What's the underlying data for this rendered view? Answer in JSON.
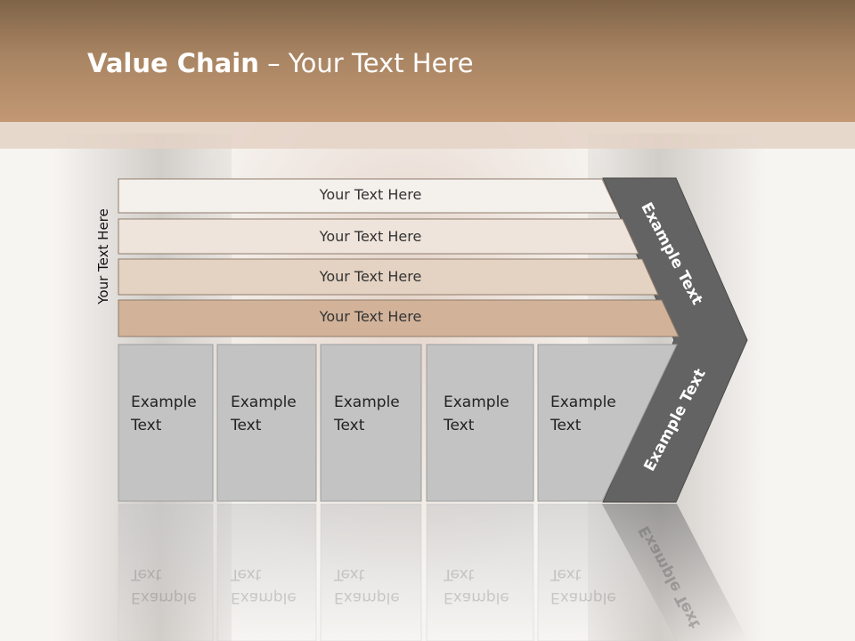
{
  "slide": {
    "title_bold": "Value Chain",
    "title_rest": " – Your Text Here",
    "side_label": "Your Text Here"
  },
  "bars": [
    {
      "label": "Your Text Here",
      "color": "#f4f0ec"
    },
    {
      "label": "Your Text Here",
      "color": "#eee4db"
    },
    {
      "label": "Your Text Here",
      "color": "#e4d3c2"
    },
    {
      "label": "Your Text Here",
      "color": "#d2b39a"
    }
  ],
  "boxes": [
    {
      "line1": "Example",
      "line2": "Text"
    },
    {
      "line1": "Example",
      "line2": "Text"
    },
    {
      "line1": "Example",
      "line2": "Text"
    },
    {
      "line1": "Example",
      "line2": "Text"
    },
    {
      "line1": "Example",
      "line2": "Text"
    }
  ],
  "chevron": {
    "upper_label": "Example Text",
    "lower_label": "Example Text",
    "color": "#636363"
  },
  "colors": {
    "header": "#a88462",
    "box_fill": "#c3c3c3",
    "box_border": "#9e9e9e"
  }
}
